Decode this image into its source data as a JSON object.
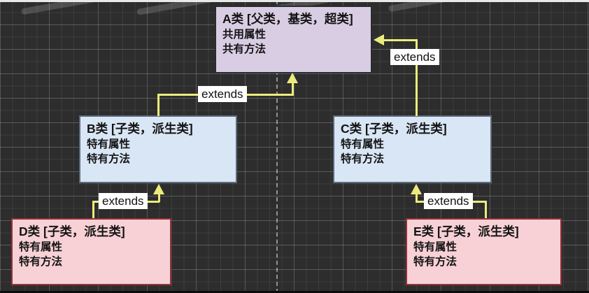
{
  "diagram": {
    "title": "inheritance-hierarchy",
    "nodes": [
      {
        "id": "A",
        "role": "parent",
        "title": "A类 [父类，基类，超类]",
        "lines": [
          "共用属性",
          "共有方法"
        ],
        "fill": "#d9cde3",
        "border": "#2b2b33"
      },
      {
        "id": "B",
        "role": "child",
        "title": "B类 [子类，派生类]",
        "lines": [
          "特有属性",
          "特有方法"
        ],
        "fill": "#d9e6f5",
        "border": "#5d6b7d"
      },
      {
        "id": "C",
        "role": "child",
        "title": "C类 [子类，派生类]",
        "lines": [
          "特有属性",
          "特有方法"
        ],
        "fill": "#d9e6f5",
        "border": "#5d6b7d"
      },
      {
        "id": "D",
        "role": "grandchild",
        "title": "D类 [子类，派生类]",
        "lines": [
          "特有属性",
          "特有方法"
        ],
        "fill": "#f7d1d5",
        "border": "#943139"
      },
      {
        "id": "E",
        "role": "grandchild",
        "title": "E类 [子类，派生类]",
        "lines": [
          "特有属性",
          "特有方法"
        ],
        "fill": "#f7d1d5",
        "border": "#943139"
      }
    ],
    "edges": [
      {
        "from": "B",
        "to": "A",
        "label": "extends"
      },
      {
        "from": "C",
        "to": "A",
        "label": "extends"
      },
      {
        "from": "D",
        "to": "B",
        "label": "extends"
      },
      {
        "from": "E",
        "to": "C",
        "label": "extends"
      }
    ],
    "colors": {
      "background": "#2d2d2d",
      "grid_line": "#474747",
      "arrow": "#ebeb7d",
      "edge_label_bg": "#ffffff",
      "edge_label_text": "#111111",
      "dashed_guide": "#e6e6e6"
    }
  }
}
